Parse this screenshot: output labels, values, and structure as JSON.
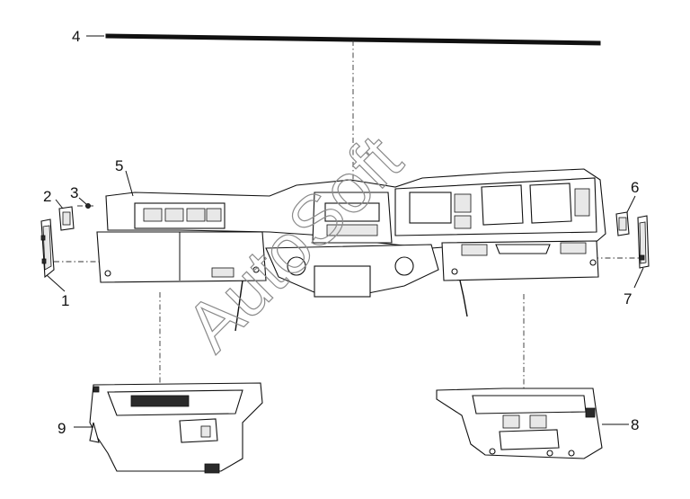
{
  "diagram": {
    "callouts": [
      {
        "id": "c1",
        "label": "1"
      },
      {
        "id": "c2",
        "label": "2"
      },
      {
        "id": "c3",
        "label": "3"
      },
      {
        "id": "c4",
        "label": "4"
      },
      {
        "id": "c5",
        "label": "5"
      },
      {
        "id": "c6",
        "label": "6"
      },
      {
        "id": "c7",
        "label": "7"
      },
      {
        "id": "c8",
        "label": "8"
      },
      {
        "id": "c9",
        "label": "9"
      }
    ],
    "watermark": "AutoSoft"
  }
}
